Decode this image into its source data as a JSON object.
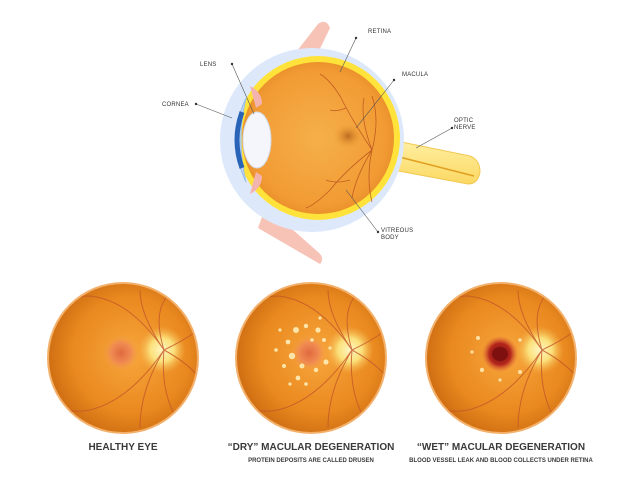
{
  "anatomy": {
    "labels": {
      "retina": "RETINA",
      "lens": "LENS",
      "macula": "MACULA",
      "cornea": "CORNEA",
      "optic_nerve_line1": "OPTIC",
      "optic_nerve_line2": "NERVE",
      "vitreous_line1": "VITREOUS",
      "vitreous_line2": "BODY"
    }
  },
  "fundus": [
    {
      "title": "HEALTHY EYE",
      "subtitle": ""
    },
    {
      "title": "“DRY” MACULAR DEGENERATION",
      "subtitle": "PROTEIN DEPOSITS ARE CALLED DRUSEN"
    },
    {
      "title": "“WET” MACULAR DEGENERATION",
      "subtitle": "BLOOD VESSEL LEAK AND BLOOD COLLECTS UNDER RETINA"
    }
  ],
  "colors": {
    "eyeball": "#f2a23a",
    "sclera_halo": "#dde9fb",
    "retina_band": "#ffe23a",
    "optic_nerve": "#ffe27a",
    "muscle": "#f7c3b6",
    "fundus_base": "#e5871f",
    "vessel": "#c0532a"
  }
}
